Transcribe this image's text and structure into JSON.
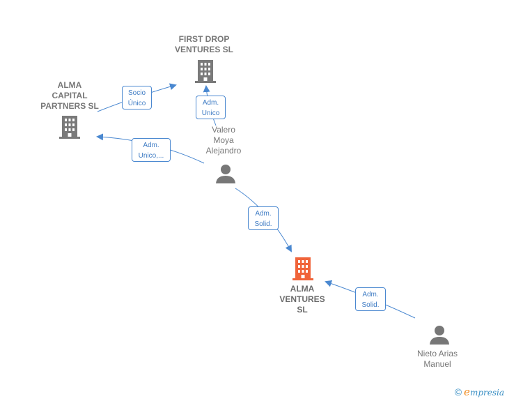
{
  "nodes": {
    "first_drop": {
      "label": "FIRST DROP\nVENTURES  SL"
    },
    "alma_capital": {
      "label": "ALMA\nCAPITAL\nPARTNERS  SL"
    },
    "valero": {
      "label": "Valero\nMoya\nAlejandro"
    },
    "alma_ventures": {
      "label": "ALMA\nVENTURES\nSL"
    },
    "nieto": {
      "label": "Nieto Arias\nManuel"
    }
  },
  "edges": {
    "socio_unico": {
      "label": "Socio\nÚnico"
    },
    "adm_unico": {
      "label": "Adm.\nUnico"
    },
    "adm_unico_trunc": {
      "label": "Adm.\nUnico,..."
    },
    "adm_solid_1": {
      "label": "Adm.\nSolid."
    },
    "adm_solid_2": {
      "label": "Adm.\nSolid."
    }
  },
  "colors": {
    "edge": "#4a88d0",
    "company_icon": "#7a7a7a",
    "focus_company_icon": "#f0643a",
    "person_icon": "#777777"
  },
  "footer": {
    "copyright": "©",
    "brand_first": "e",
    "brand_rest": "mpresia"
  }
}
